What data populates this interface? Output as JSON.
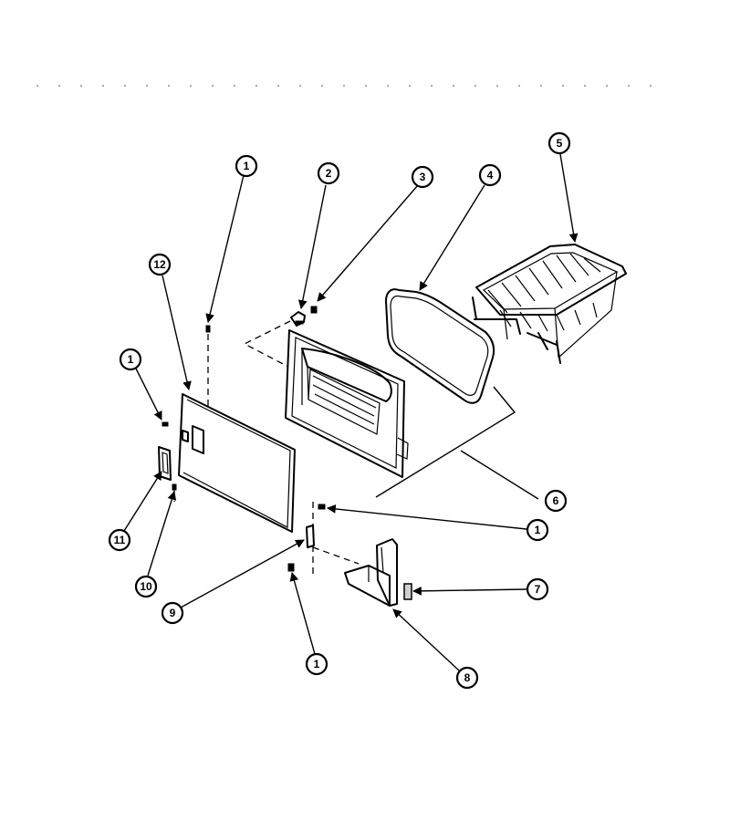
{
  "callouts": {
    "c1a": "1",
    "c2": "2",
    "c3": "3",
    "c4": "4",
    "c5": "5",
    "c12": "12",
    "c1b": "1",
    "c11": "11",
    "c10": "10",
    "c6": "6",
    "c1c": "1",
    "c9": "9",
    "c7": "7",
    "c1d": "1",
    "c8": "8"
  },
  "colors": {
    "line": "#000000",
    "background": "#ffffff"
  }
}
